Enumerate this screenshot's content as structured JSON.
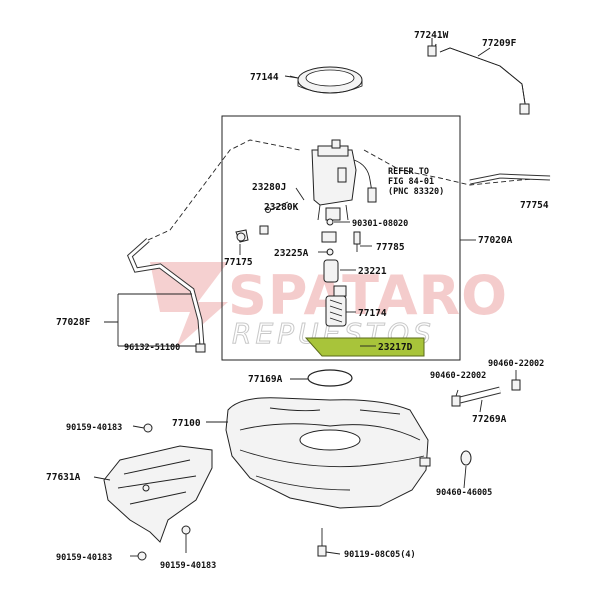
{
  "watermark": {
    "brand": "SPATARO",
    "sub": "REPUESTOS",
    "accent_color": "#e07a7a"
  },
  "highlight_color": "#a8c43a",
  "labels": {
    "p77241w": "77241W",
    "p77209f": "77209F",
    "p77144": "77144",
    "refer1": "REFER TO",
    "refer2": "FIG 84-01",
    "refer3": "(PNC 83320)",
    "p77754": "77754",
    "p23280j": "23280J",
    "p23280k": "23280K",
    "p90301": "90301-08020",
    "p77020a": "77020A",
    "p77785": "77785",
    "p23225a": "23225A",
    "p77175": "77175",
    "p23221": "23221",
    "p77028f": "77028F",
    "p77174": "77174",
    "p96132": "96132-51100",
    "p23217d": "23217D",
    "p90460a": "90460-22002",
    "p90460b": "90460-22002",
    "p77169a": "77169A",
    "p77269a": "77269A",
    "p90159a": "90159-40183",
    "p77100": "77100",
    "p77631a": "77631A",
    "p90460c": "90460-46005",
    "p90159b": "90159-40183",
    "p90159c": "90159-40183",
    "p90119": "90119-08C05(4)"
  }
}
